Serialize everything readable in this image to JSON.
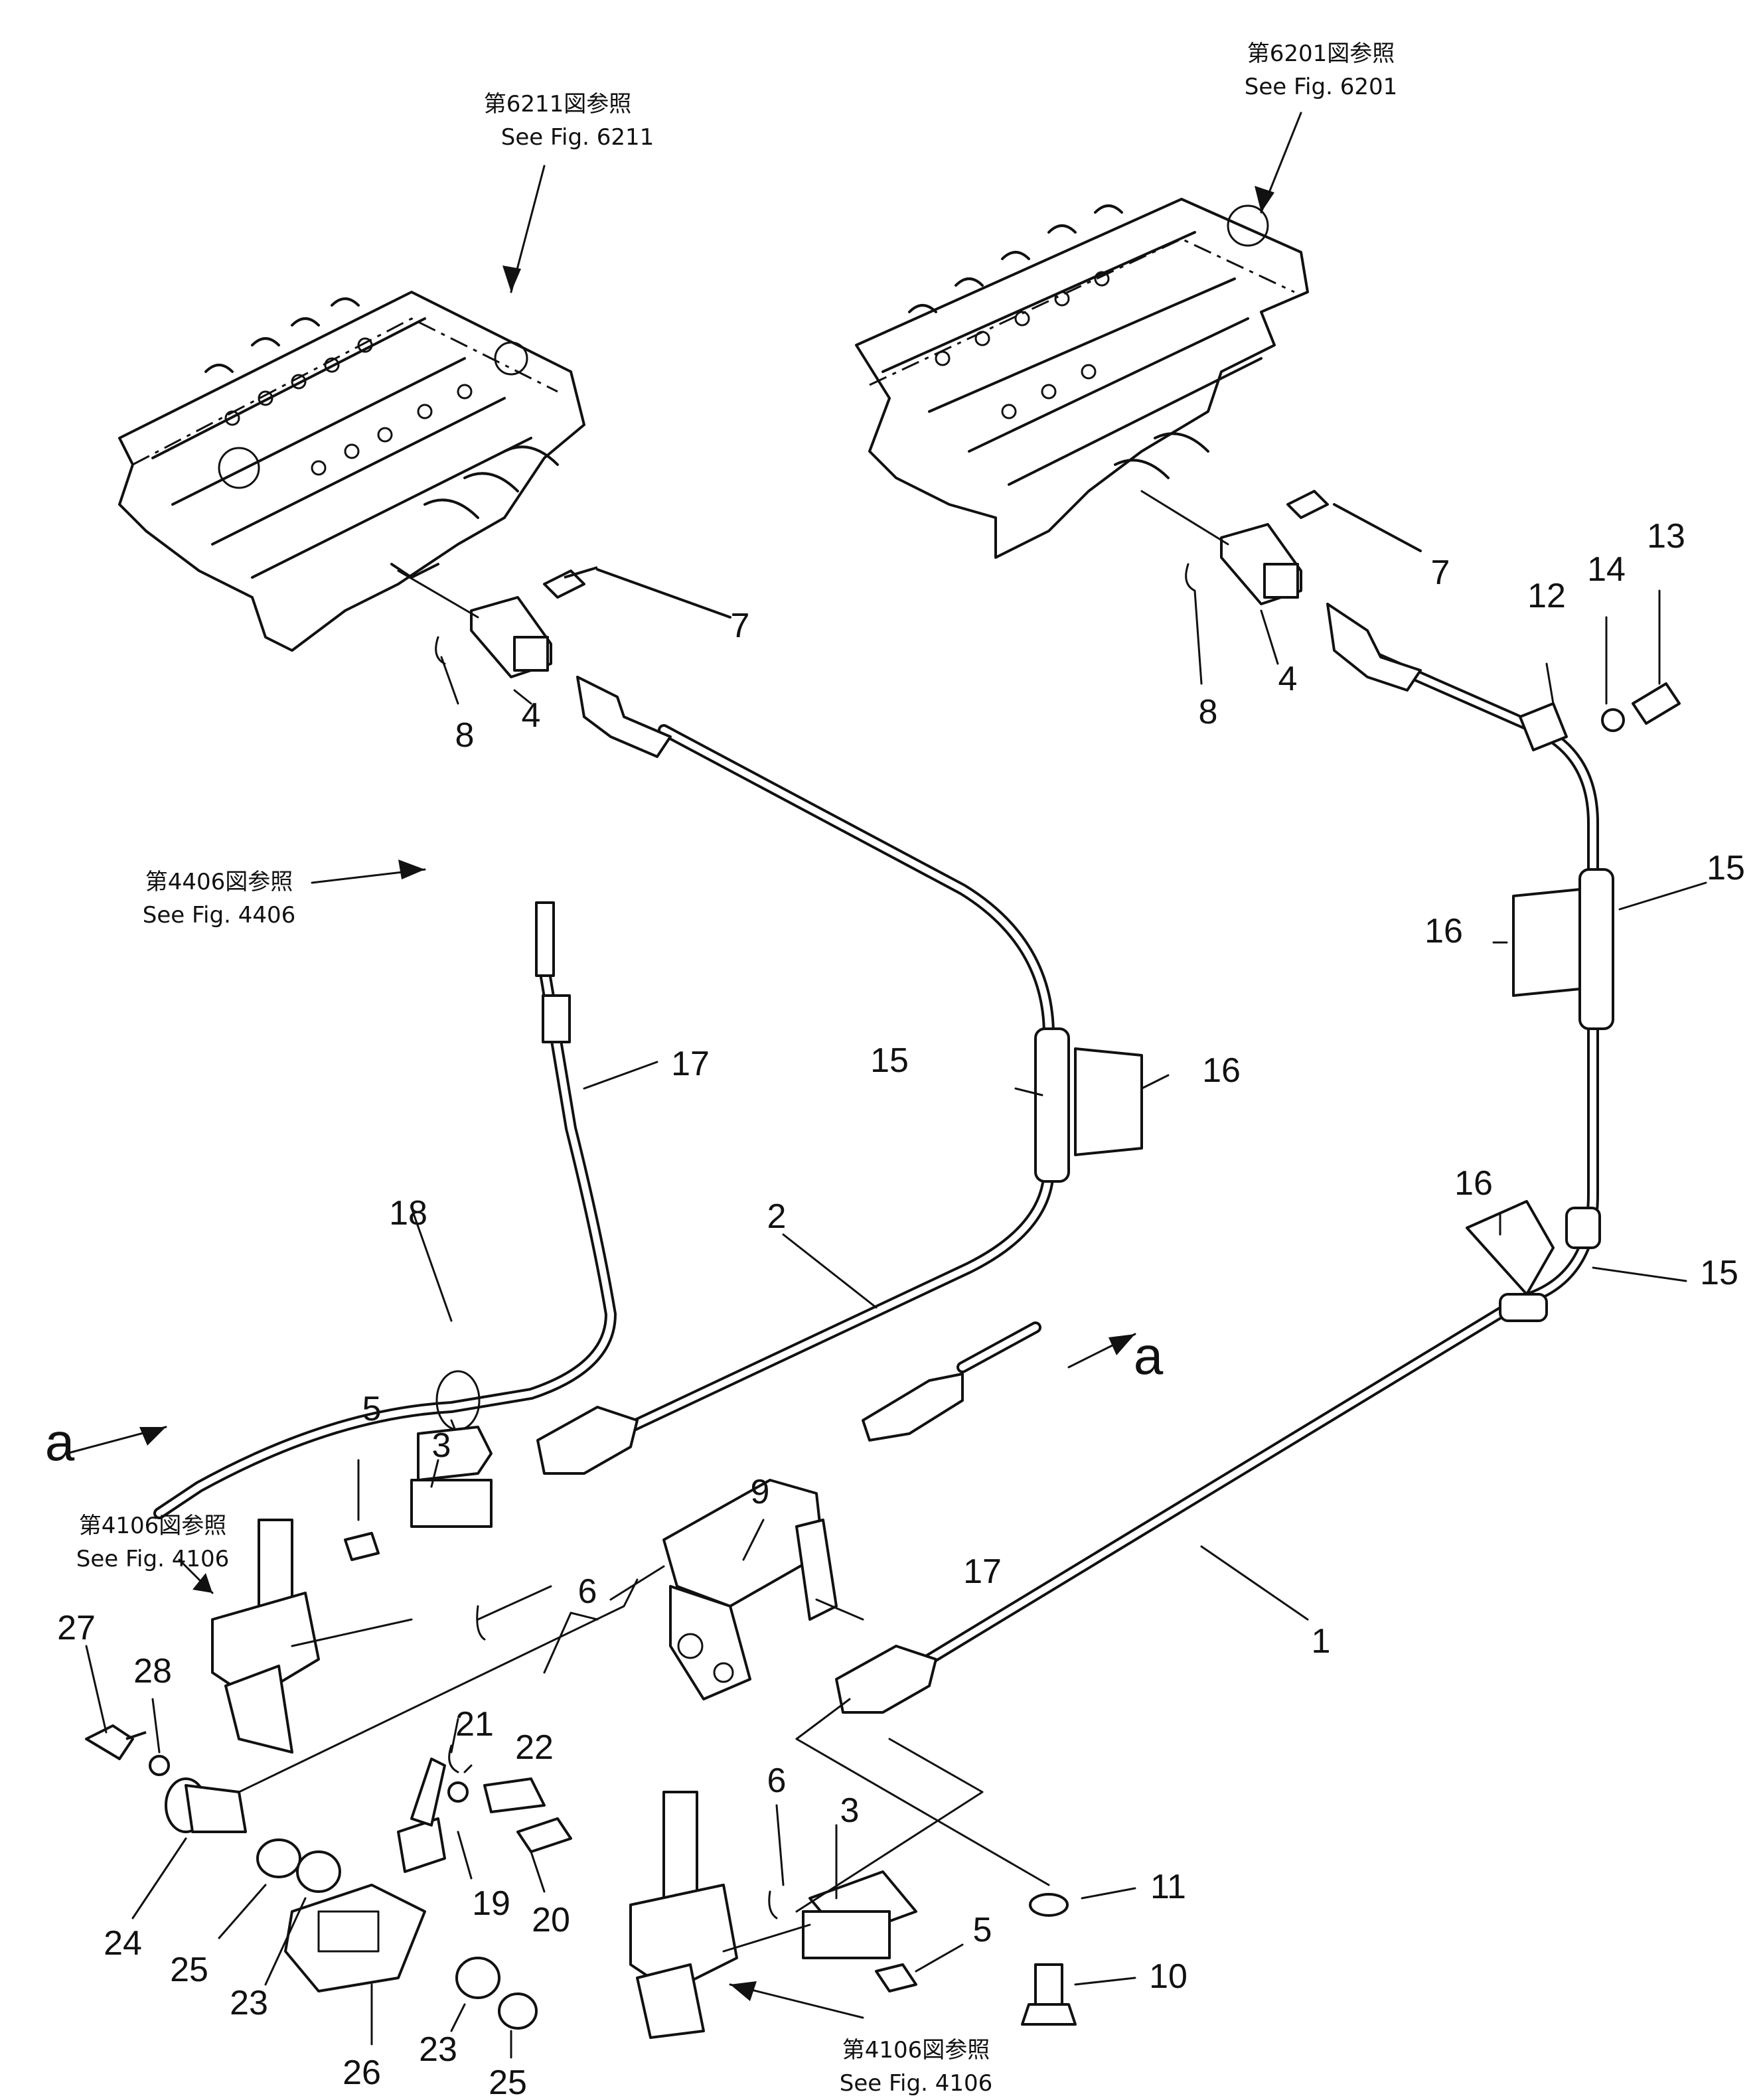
{
  "references": {
    "fig6211_jp": "第6211図参照",
    "fig6211_en": "See Fig. 6211",
    "fig6201_jp": "第6201図参照",
    "fig6201_en": "See Fig. 6201",
    "fig4406_jp": "第4406図参照",
    "fig4406_en": "See Fig. 4406",
    "fig4106a_jp": "第4106図参照",
    "fig4106a_en": "See Fig. 4106",
    "fig4106b_jp": "第4106図参照",
    "fig4106b_en": "See Fig. 4106"
  },
  "connectors": {
    "a_left": "a",
    "a_right": "a"
  },
  "parts": {
    "p1": "1",
    "p2": "2",
    "p3a": "3",
    "p3b": "3",
    "p4a": "4",
    "p4b": "4",
    "p5a": "5",
    "p5b": "5",
    "p6a": "6",
    "p6b": "6",
    "p7a": "7",
    "p7b": "7",
    "p8a": "8",
    "p8b": "8",
    "p9": "9",
    "p10": "10",
    "p11": "11",
    "p12": "12",
    "p13": "13",
    "p14": "14",
    "p15a": "15",
    "p15b": "15",
    "p15c": "15",
    "p16a": "16",
    "p16b": "16",
    "p16c": "16",
    "p17a": "17",
    "p17b": "17",
    "p18": "18",
    "p19": "19",
    "p20": "20",
    "p21": "21",
    "p22": "22",
    "p23a": "23",
    "p23b": "23",
    "p24": "24",
    "p25a": "25",
    "p25b": "25",
    "p26": "26",
    "p27": "27",
    "p28": "28"
  }
}
